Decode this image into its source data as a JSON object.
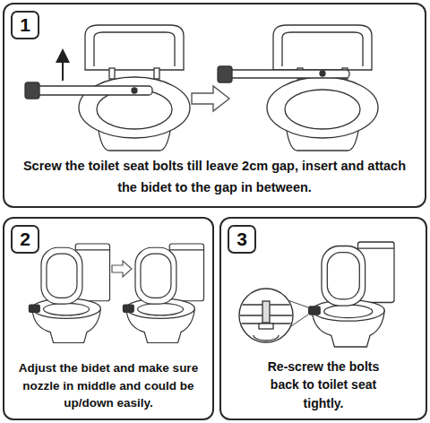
{
  "diagram": {
    "nodes": [
      {
        "text": [
          "Screw the toilet seat bolts till leave 2cm gap, insert and attach the bidet to the gap in between."
        ]
      },
      {
        "text": [
          "1"
        ],
        "in": 0
      },
      {
        "text": [
          "Adjust the bidet and make sure nozzle in middle and could be up/down easily."
        ]
      },
      {
        "text": [
          "2"
        ],
        "in": 2
      },
      {
        "text": [
          "Re-screw the bolts back to toilet seat tightly."
        ]
      },
      {
        "text": [
          "3"
        ],
        "in": 4
      }
    ]
  }
}
